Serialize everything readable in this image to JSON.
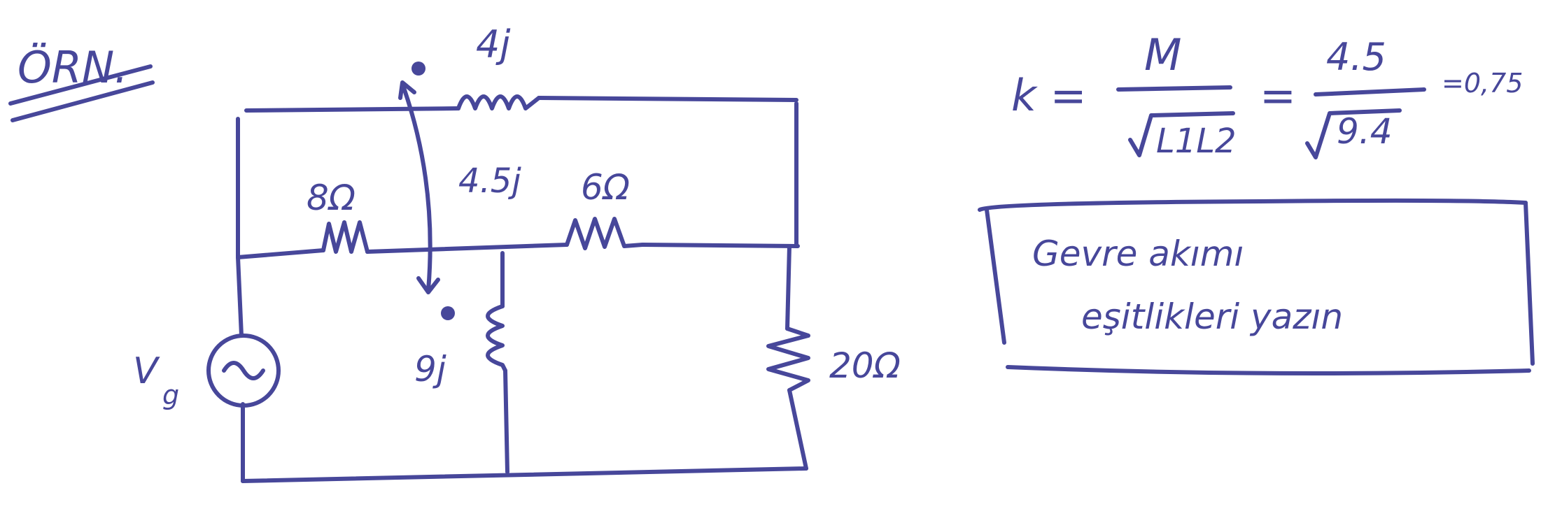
{
  "heading": "ÖRN.",
  "circuit": {
    "top_inductor": "4j",
    "mutual_inductance": "4.5j",
    "resistor_left": "8Ω",
    "resistor_middle": "6Ω",
    "vertical_inductor": "9j",
    "right_resistor": "20Ω",
    "source_label": "V",
    "source_subscript": "g"
  },
  "equation": {
    "lhs": "k =",
    "numerator_1": "M",
    "denominator_1": "L1L2",
    "eq_sign": "=",
    "numerator_2": "4.5",
    "denominator_2": "9.4",
    "result": "=0,75"
  },
  "note": {
    "line1": "Gevre akımı",
    "line2": "eşitlikleri yazın"
  },
  "colors": {
    "ink": "#47479a",
    "background": "#ffffff"
  }
}
